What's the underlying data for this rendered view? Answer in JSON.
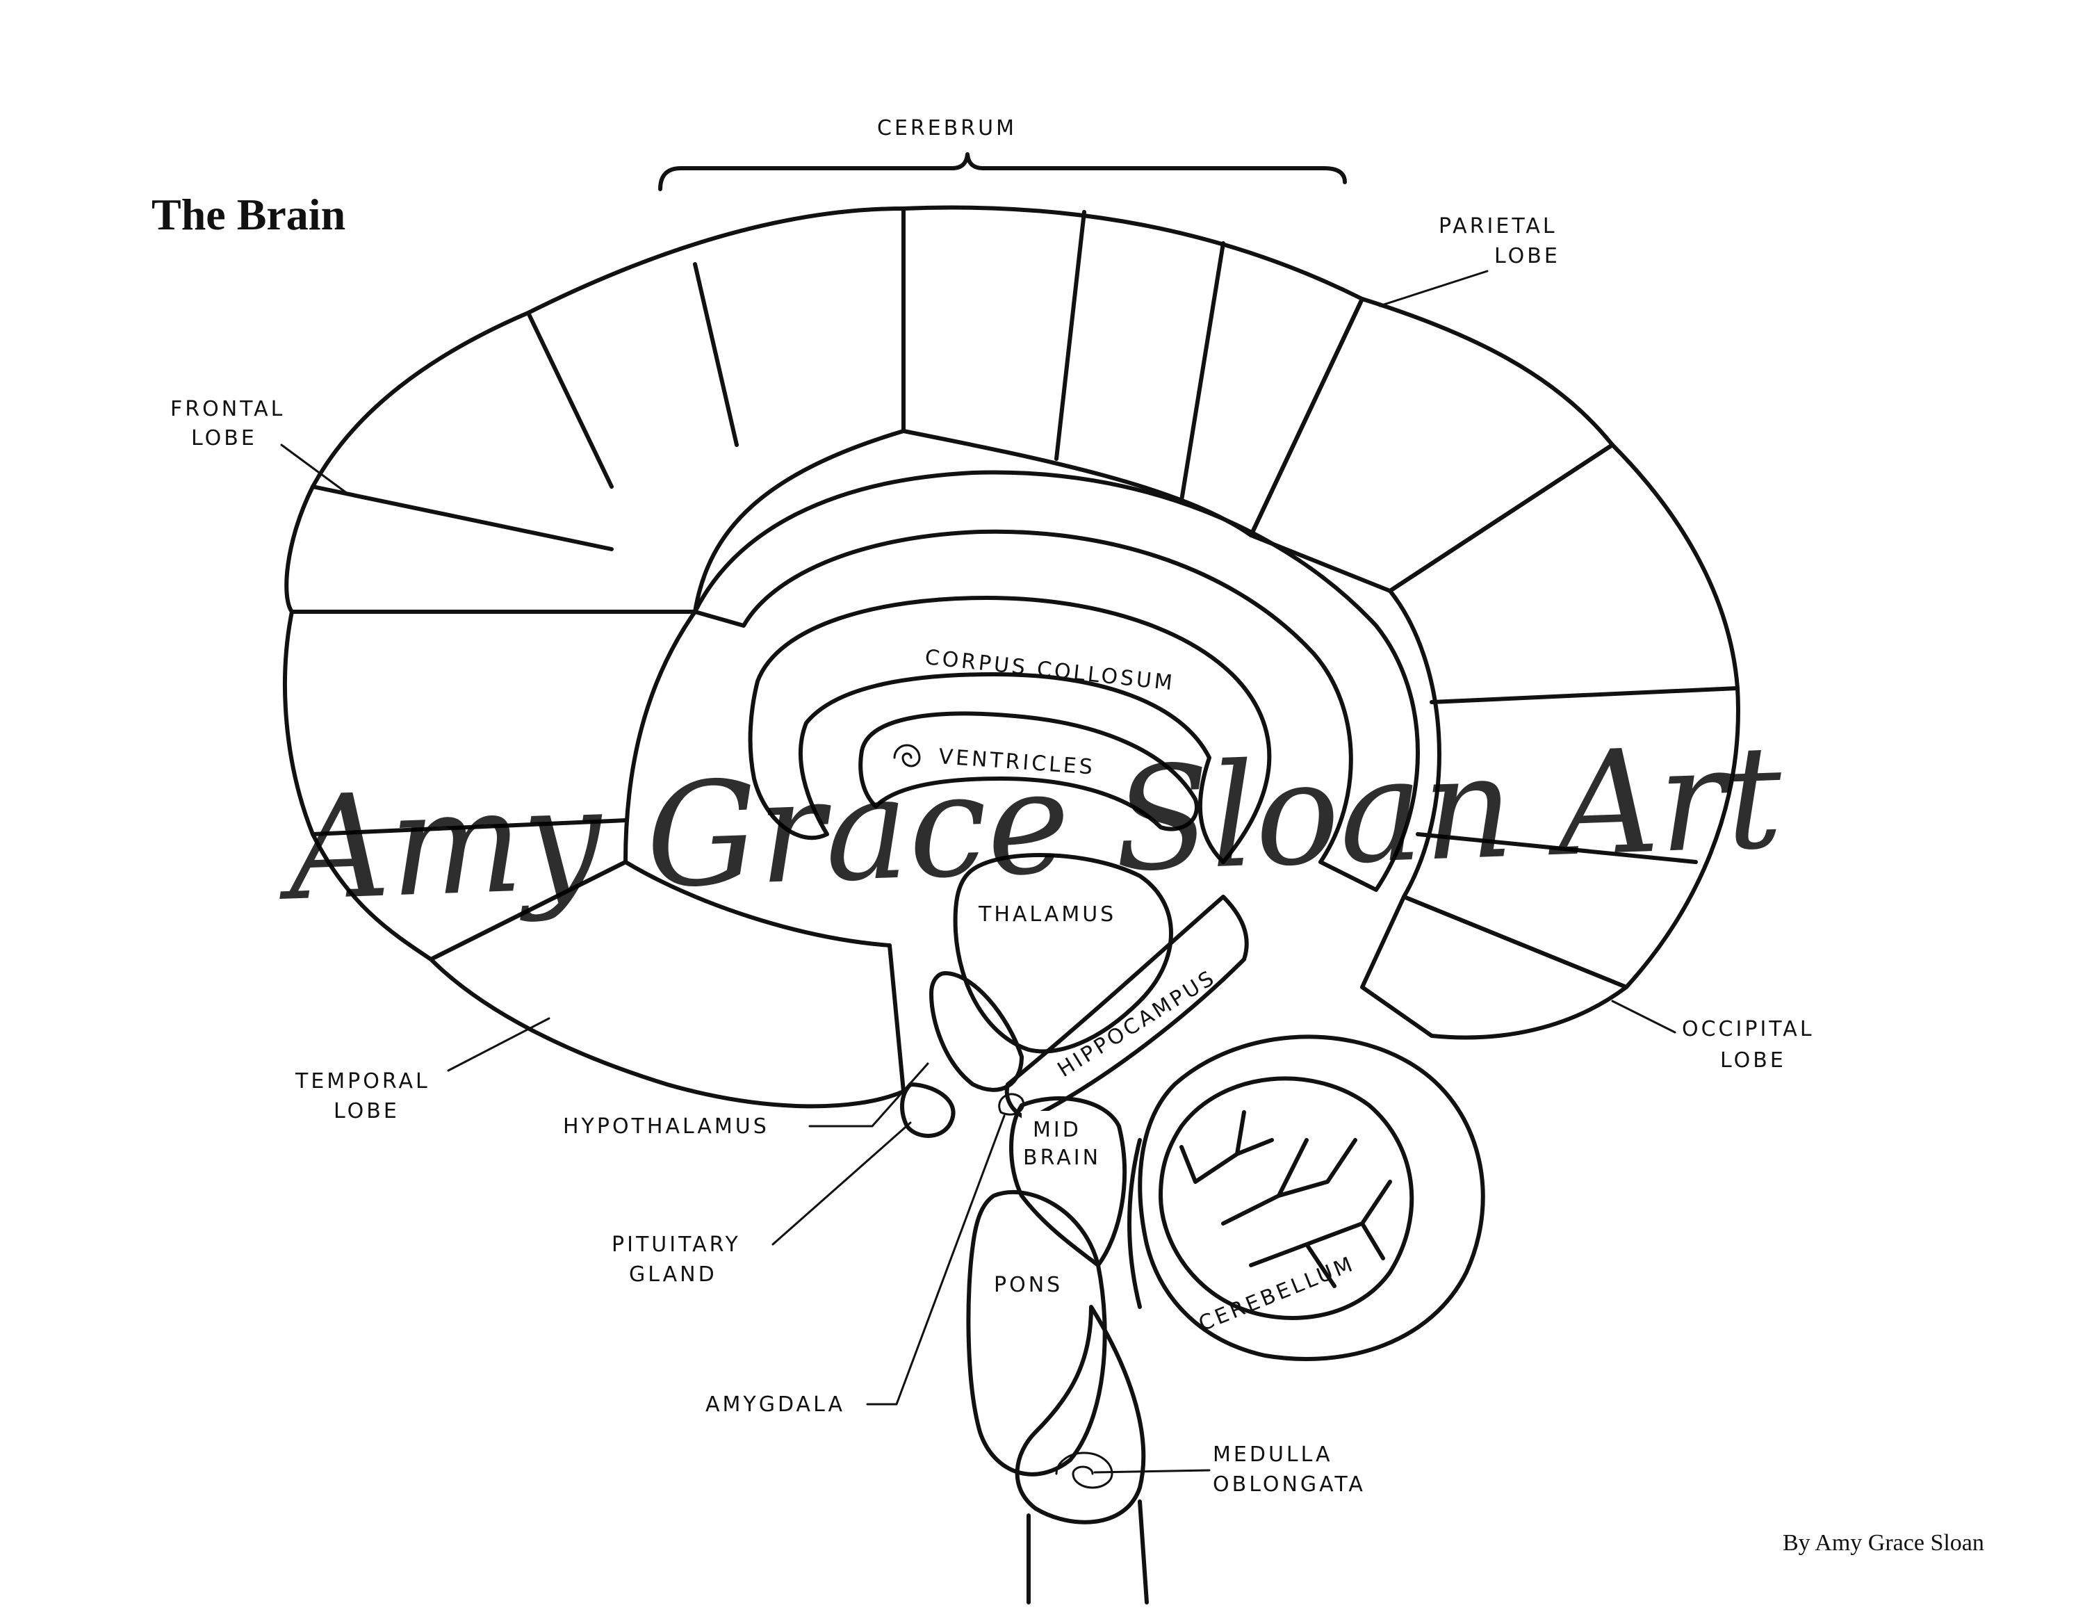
{
  "title": "The Brain",
  "labels": {
    "cerebrum": "CEREBRUM",
    "parietal_line1": "PARIETAL",
    "parietal_line2": "LOBE",
    "frontal_line1": "FRONTAL",
    "frontal_line2": "LOBE",
    "temporal_line1": "TEMPORAL",
    "temporal_line2": "LOBE",
    "occipital_line1": "OCCIPITAL",
    "occipital_line2": "LOBE",
    "hypothalamus": "HYPOTHALAMUS",
    "pituitary_line1": "PITUITARY",
    "pituitary_line2": "GLAND",
    "amygdala": "AMYGDALA",
    "medulla_line1": "MEDULLA",
    "medulla_line2": "OBLONGATA"
  },
  "inner_labels": {
    "corpus": "CORPUS COLLOSUM",
    "ventricles": "VENTRICLES",
    "thalamus": "THALAMUS",
    "hippocampus": "HIPPOCAMPUS",
    "midbrain_line1": "MID",
    "midbrain_line2": "BRAIN",
    "pons": "PONS",
    "cerebellum": "CEREBELLUM"
  },
  "watermark": "Amy Grace Sloan Art",
  "credit": "By Amy Grace Sloan",
  "colors": {
    "ink": "#111111",
    "background": "#ffffff",
    "watermark": "#000000"
  }
}
